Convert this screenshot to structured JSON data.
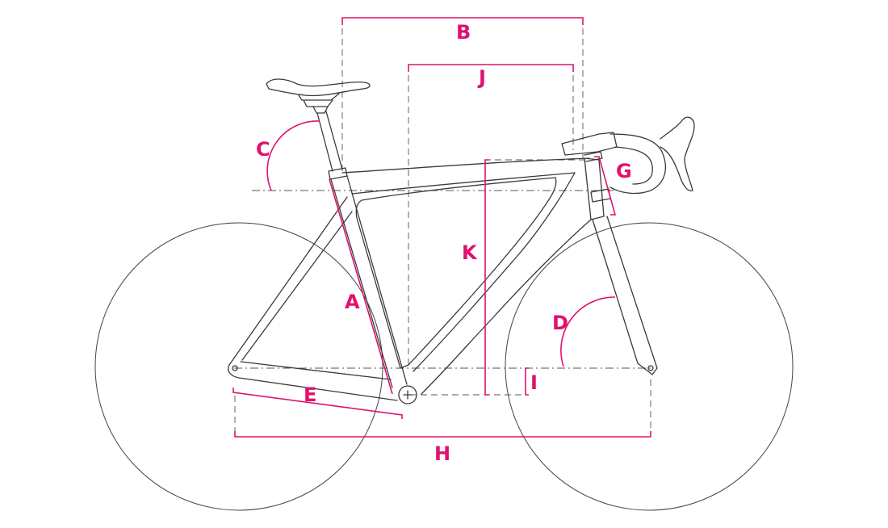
{
  "diagram": {
    "accent_color": "#e0116f",
    "line_color": "#3a3a3a",
    "labels": {
      "A": "A",
      "B": "B",
      "C": "C",
      "D": "D",
      "E": "E",
      "G": "G",
      "H": "H",
      "I": "I",
      "J": "J",
      "K": "K"
    }
  }
}
